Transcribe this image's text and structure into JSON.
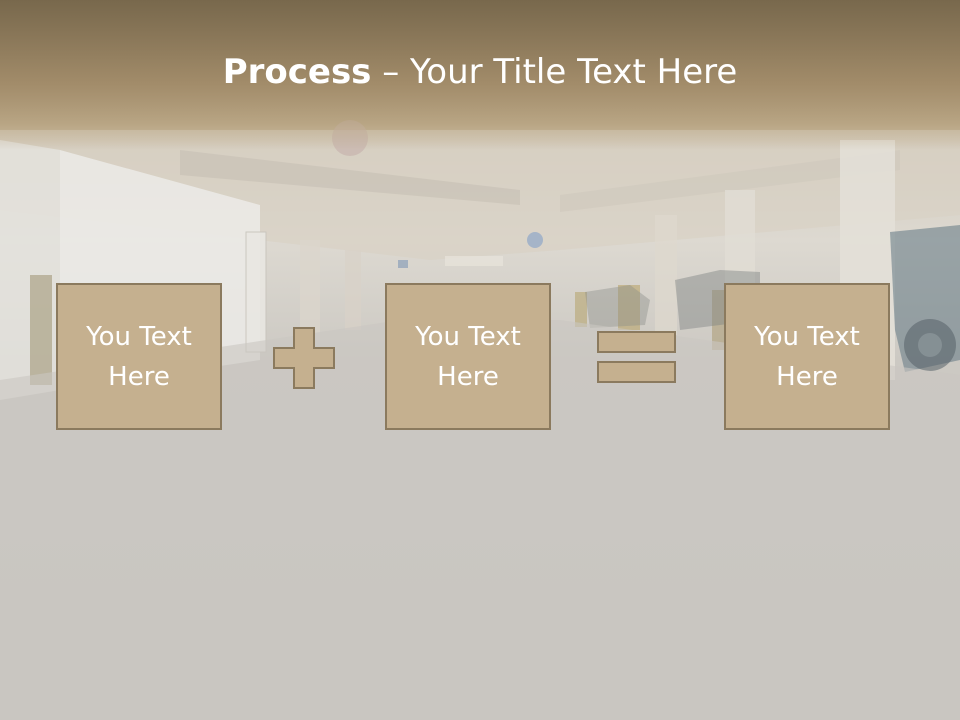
{
  "slide": {
    "title_bold": "Process",
    "title_rest": " – Your Title Text Here",
    "boxes": [
      {
        "line1": "You Text",
        "line2": "Here"
      },
      {
        "line1": "You Text",
        "line2": "Here"
      },
      {
        "line1": "You Text",
        "line2": "Here"
      }
    ],
    "operators": [
      "plus-icon",
      "equals-icon"
    ],
    "colors": {
      "box_fill": "#c5b08f",
      "box_border": "#8b7a5e",
      "title_band": "#8c7a5c",
      "text": "#ffffff"
    }
  }
}
